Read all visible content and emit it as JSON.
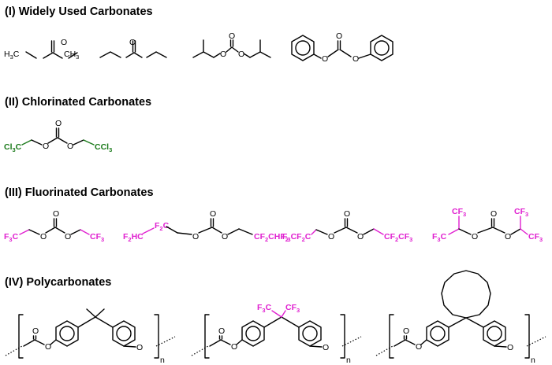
{
  "sections": {
    "widely_used": {
      "heading": "(I) Widely Used Carbonates"
    },
    "chlorinated": {
      "heading": "(II) Chlorinated Carbonates"
    },
    "fluorinated": {
      "heading": "(III) Fluorinated Carbonates"
    },
    "polycarbonates": {
      "heading": "(IV) Polycarbonates"
    }
  },
  "atoms": {
    "oxygen": "O",
    "repeat_unit": "n"
  },
  "groups": {
    "methyl_left": "H3C",
    "methyl_right": "CH3",
    "ccl3_left": "Cl3C",
    "ccl3_right": "CCl3",
    "cf3_left": "F3C",
    "cf3_right": "CF3",
    "chf2cf2_left": "F2HCF2C",
    "cf2chf2_right": "CF2CHF2",
    "c2f5_left": "F3CF2C",
    "c2f5_right": "CF2CF3",
    "cf3_top": "CF3",
    "cf3": "CF3",
    "f3c": "F3C"
  },
  "colors": {
    "chlorine": "#1a7a1a",
    "fluorine": "#e020d0",
    "text": "#000000"
  }
}
